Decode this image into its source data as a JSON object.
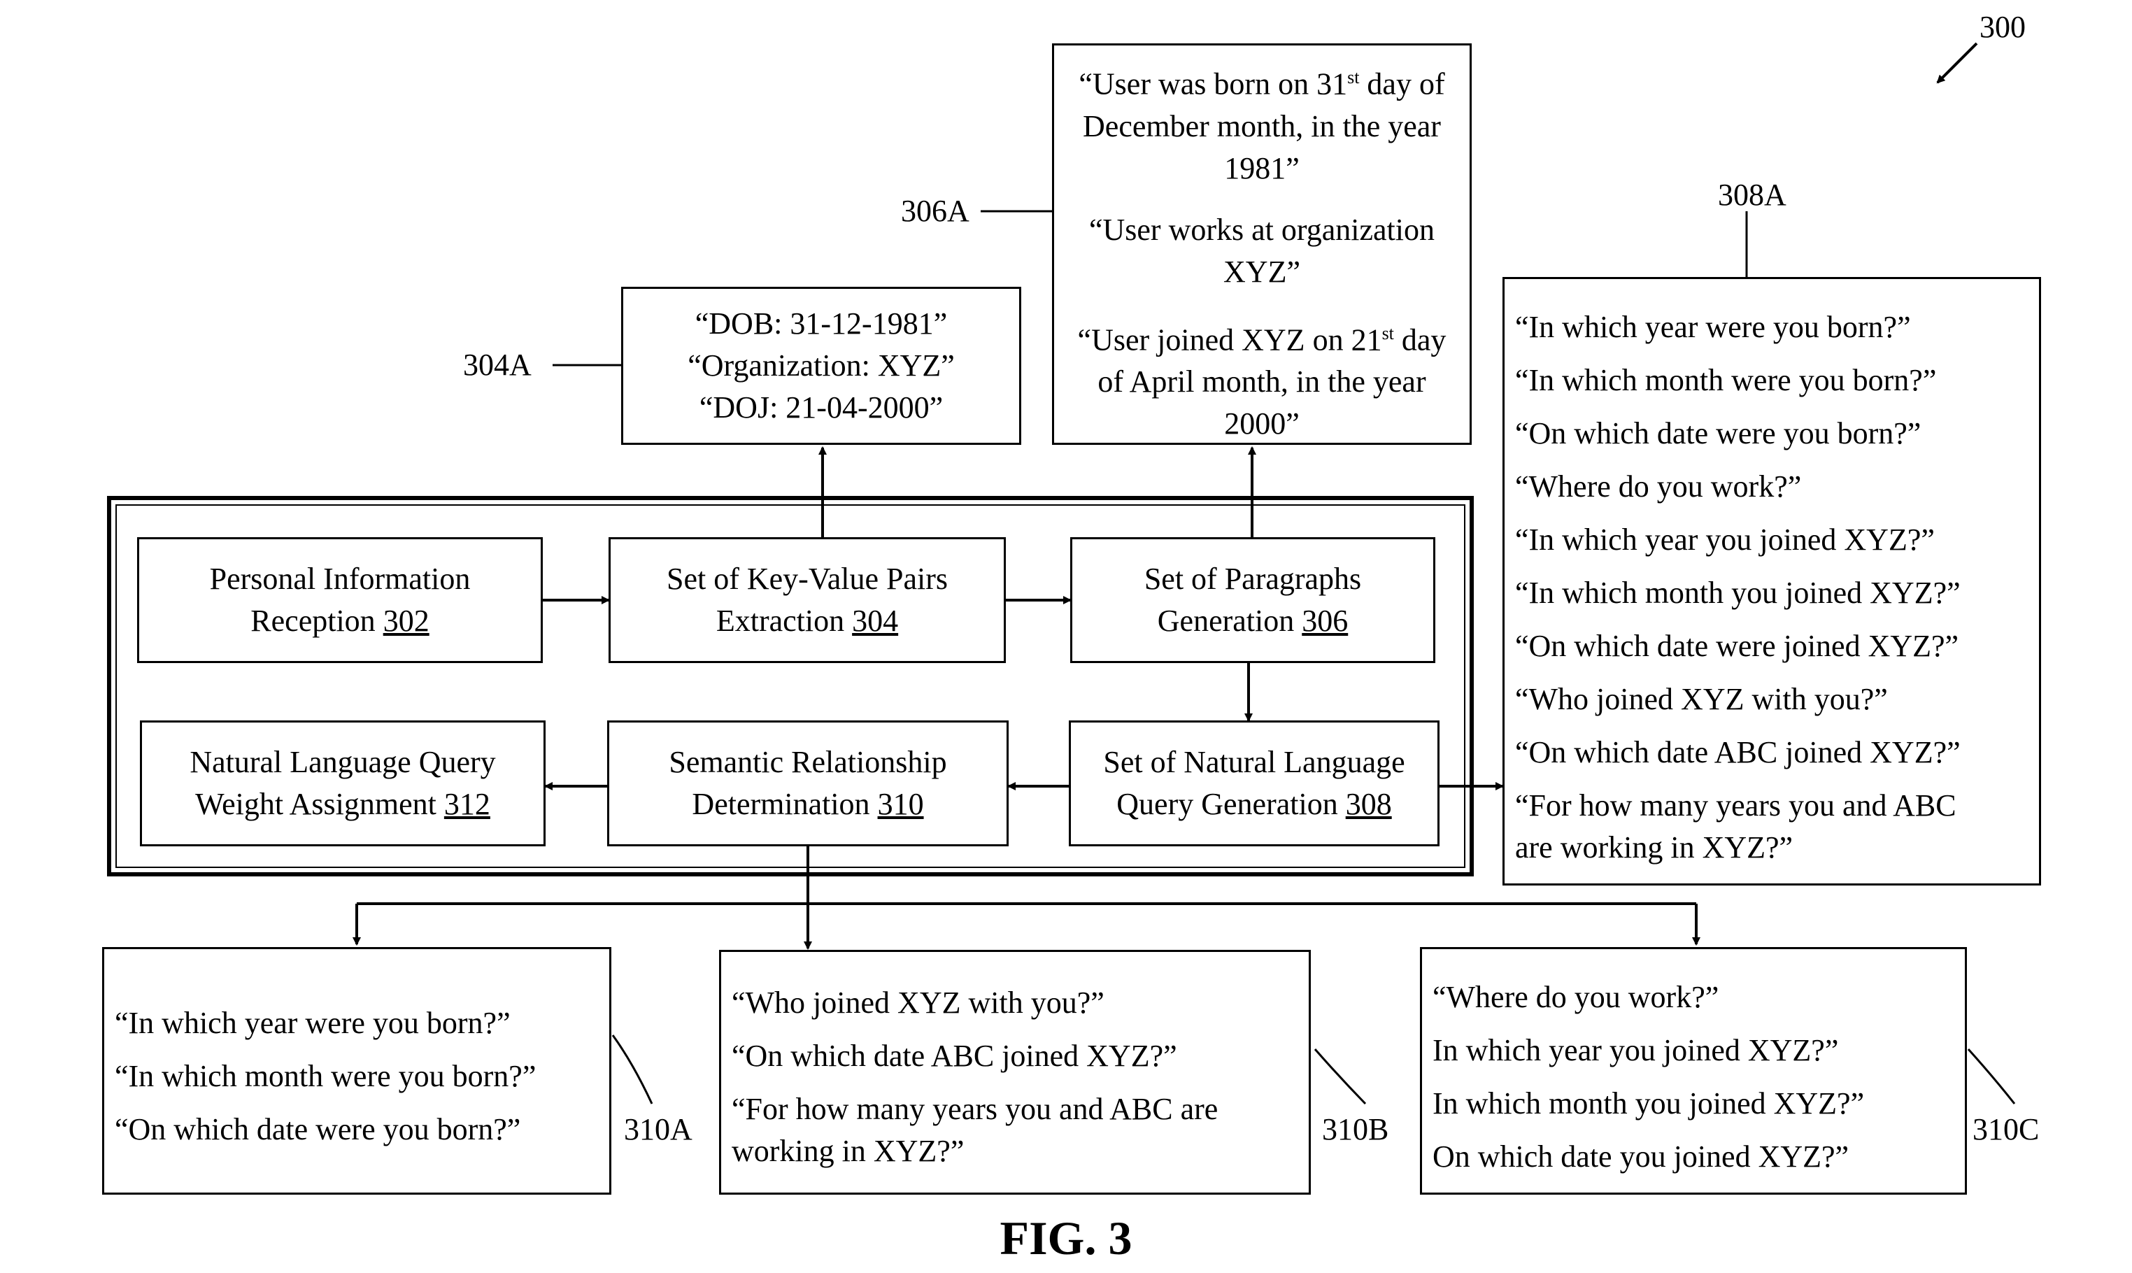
{
  "figure": {
    "number_label": "300",
    "caption": "FIG. 3"
  },
  "process_blocks": {
    "b302": {
      "line1": "Personal Information",
      "line2": "Reception ",
      "ref": "302"
    },
    "b304": {
      "line1": "Set of Key-Value Pairs",
      "line2": "Extraction ",
      "ref": "304"
    },
    "b306": {
      "line1": "Set of Paragraphs",
      "line2": "Generation ",
      "ref": "306"
    },
    "b308": {
      "line1": "Set of Natural Language",
      "line2": "Query Generation ",
      "ref": "308"
    },
    "b310": {
      "line1": "Semantic Relationship",
      "line2": "Determination ",
      "ref": "310"
    },
    "b312": {
      "line1": "Natural Language Query",
      "line2": "Weight Assignment ",
      "ref": "312"
    }
  },
  "outputs": {
    "o304A": {
      "label": "304A",
      "lines": [
        "“DOB: 31-12-1981”",
        "“Organization: XYZ”",
        "“DOJ: 21-04-2000”"
      ]
    },
    "o306A": {
      "label": "306A",
      "p1": {
        "a": "“User was born on 31",
        "sup": "st",
        "b": " day of December month, in the year 1981”"
      },
      "p2": "“User works at organization XYZ”",
      "p3": {
        "a": "“User joined XYZ on 21",
        "sup": "st",
        "b": " day of April month, in the year 2000”"
      }
    },
    "o308A": {
      "label": "308A",
      "queries": [
        "“In which year were you born?”",
        "“In which month were you born?”",
        "“On which date were you born?”",
        "“Where do you work?”",
        "“In which year you joined XYZ?”",
        "“In which month you joined XYZ?”",
        "“On which date were joined XYZ?”",
        "“Who joined XYZ with you?”",
        "“On which date ABC joined XYZ?”",
        "“For how many years you and ABC",
        "are working in XYZ?”"
      ]
    },
    "o310A": {
      "label": "310A",
      "queries": [
        "“In which year were you born?”",
        "“In which month were you born?”",
        "“On which date were you born?”"
      ]
    },
    "o310B": {
      "label": "310B",
      "queries": [
        "“Who joined XYZ with you?”",
        "“On which date ABC joined XYZ?”",
        "“For how many years you and ABC are",
        "working in XYZ?”"
      ]
    },
    "o310C": {
      "label": "310C",
      "queries": [
        "“Where do you work?”",
        "In which year you joined XYZ?”",
        "In which month you joined XYZ?”",
        "On which date you joined XYZ?”"
      ]
    }
  }
}
